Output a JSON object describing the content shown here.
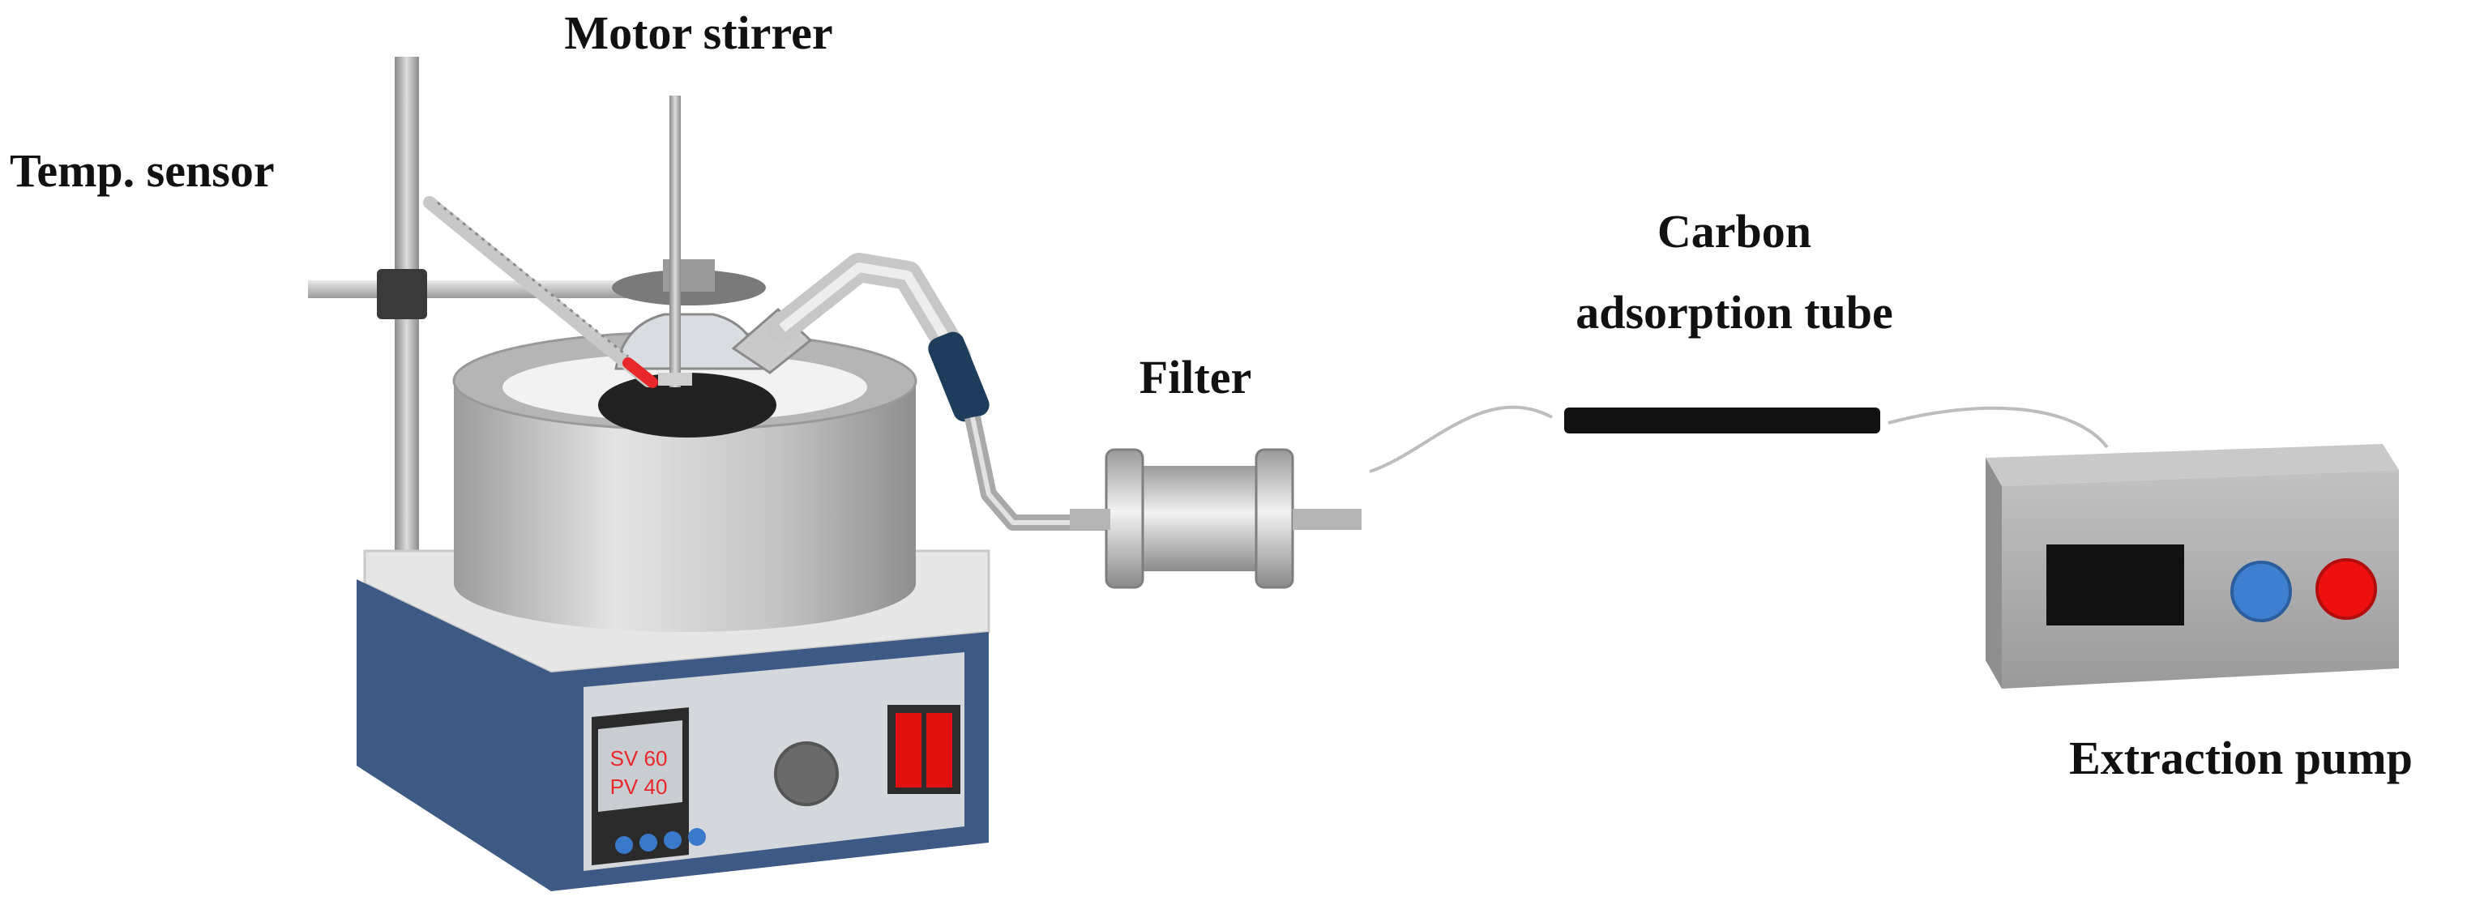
{
  "labels": {
    "motor_stirrer": "Motor stirrer",
    "temp_sensor": "Temp. sensor",
    "filter": "Filter",
    "carbon_line1": "Carbon",
    "carbon_line2": "adsorption tube",
    "extraction_pump": "Extraction pump"
  },
  "heater_display": {
    "sv": "SV 60",
    "pv": "PV 40"
  },
  "colors": {
    "heater_body": "#3d5a85",
    "heater_front": "#d4d7db",
    "heater_top": "#e6e6e6",
    "bath_metal": "#bdbdbd",
    "display_bg": "#2b2b2b",
    "display_text": "#e8282a",
    "button_blue": "#3a78c9",
    "switch_red": "#e01010",
    "pump_body": "#a6a6a6",
    "pump_screen": "#111111",
    "pump_button_blue": "#3f7fd0",
    "pump_button_red": "#ee1010",
    "carbon_tube": "#111111",
    "connector_blue": "#1e3d5c"
  }
}
